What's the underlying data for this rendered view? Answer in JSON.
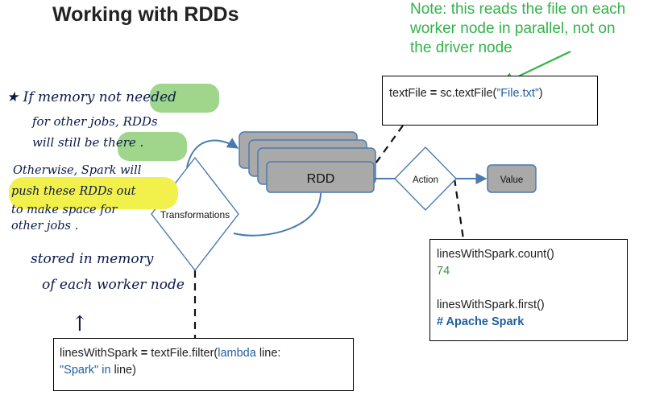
{
  "title": "Working with RDDs",
  "note": {
    "line1": "Note: this reads the file on each",
    "line2": "worker node in parallel, not on",
    "line3": "the driver node"
  },
  "textfile_code": {
    "var": "textFile",
    "eq": " = ",
    "call": "sc.textFile(",
    "arg": "”File.txt”",
    "close": ")"
  },
  "diagram": {
    "rdd_label": "RDD",
    "transformations_label": "Transformations",
    "action_label": "Action",
    "value_label": "Value"
  },
  "filter_code": {
    "var": "linesWithSpark",
    "eq": " = ",
    "call": "textFile.filter(",
    "lambda": "lambda",
    "line_word": " line:",
    "str": "\"Spark\"",
    "in_kw": " in",
    "tail": " line)"
  },
  "result_code": {
    "count_call": "linesWithSpark.count()",
    "count_result": "74",
    "first_call": "linesWithSpark.first()",
    "first_result": "# Apache Spark"
  },
  "handwritten": {
    "memory_line1": "★ If memory not needed",
    "memory_line2": "for other jobs, RDDs",
    "memory_line3": "will still be there .",
    "otherwise_line1": "Otherwise, Spark will",
    "otherwise_line2": "push these RDDs out",
    "otherwise_line3": "to make space for",
    "otherwise_line4": "other jobs .",
    "stored_line1": "stored in memory",
    "stored_line2": "of each worker node",
    "arrow_up": "↑"
  },
  "colors": {
    "note_green": "#33b24a",
    "rdd_fill": "#a9a9a9",
    "diagram_blue": "#4a7ab0",
    "highlight_green": "#9fd68c",
    "highlight_yellow": "#f2f04a",
    "ink": "#0b1a4a"
  }
}
